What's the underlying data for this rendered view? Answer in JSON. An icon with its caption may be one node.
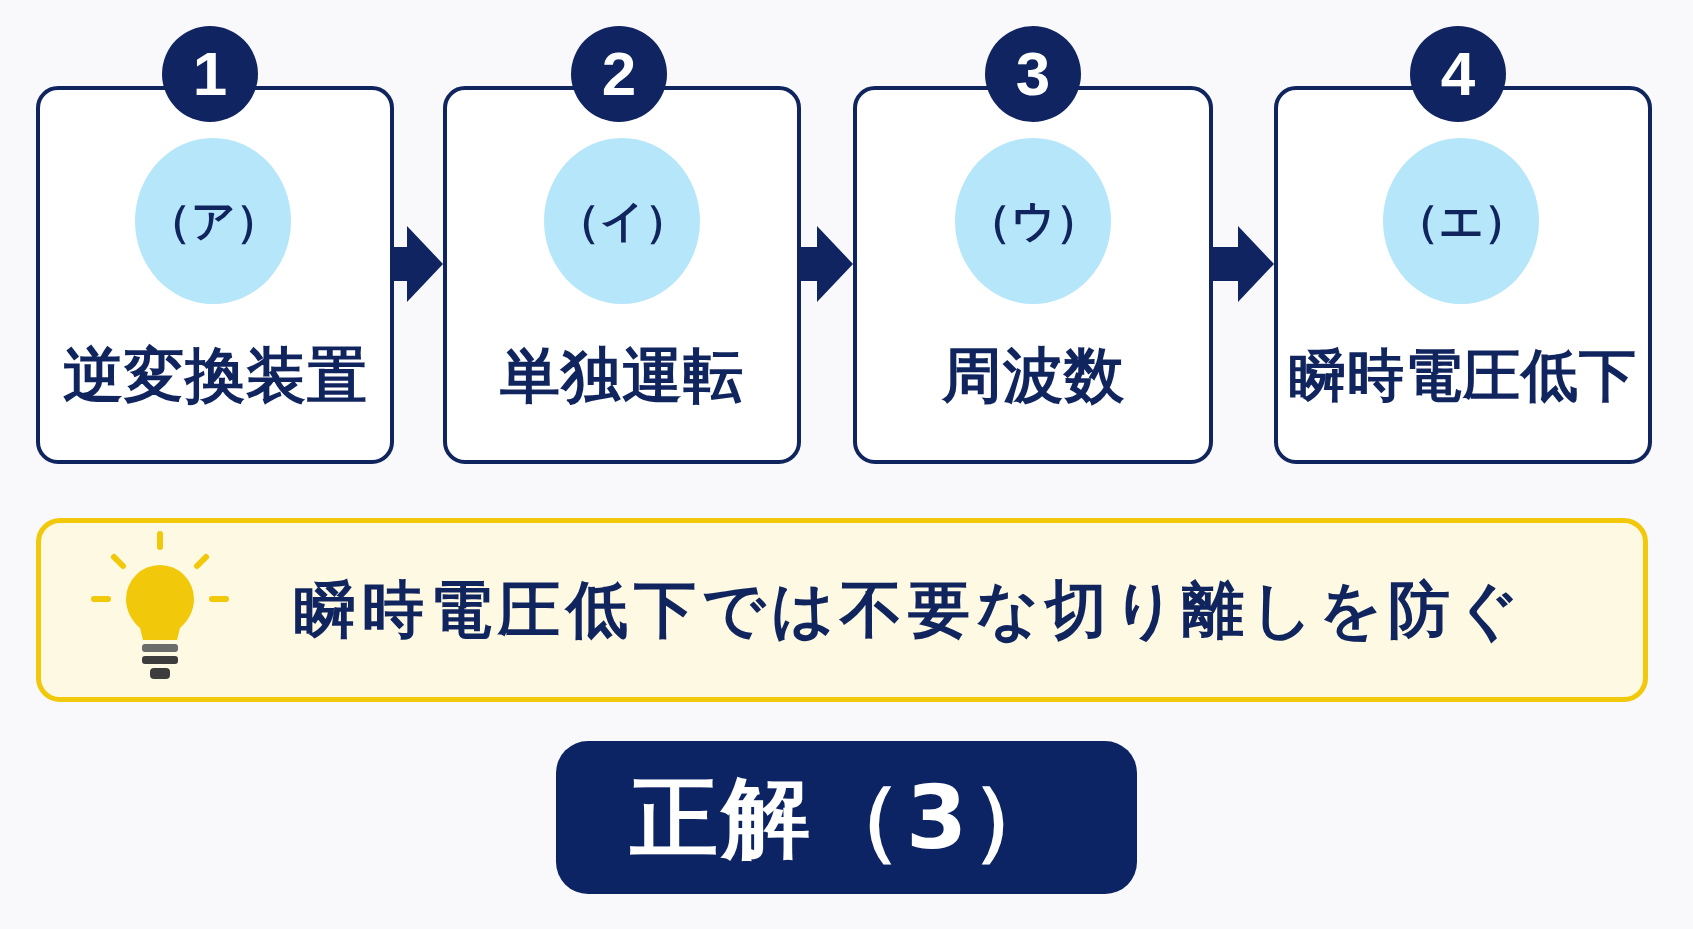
{
  "diagram": {
    "nodes": [
      {
        "text": [
          "1"
        ]
      },
      {
        "text": [
          "逆変換装置"
        ]
      },
      {
        "text": [
          "（ア）"
        ],
        "in": 1
      },
      {
        "text": [
          "2"
        ]
      },
      {
        "text": [
          "単独運転"
        ]
      },
      {
        "text": [
          "（イ）"
        ],
        "in": 4
      },
      {
        "text": [
          "3"
        ]
      },
      {
        "text": [
          "周波数"
        ]
      },
      {
        "text": [
          "（ウ）"
        ],
        "in": 7
      },
      {
        "text": [
          "4"
        ]
      },
      {
        "text": [
          "瞬時電圧低下"
        ]
      },
      {
        "text": [
          "（エ）"
        ],
        "in": 10
      },
      {
        "text": [
          "瞬時電圧低下では不要な切り離しを防ぐ"
        ]
      },
      {
        "text": [
          "正解（3）"
        ]
      }
    ],
    "edges": [
      {
        "from": 1,
        "to": 4,
        "arrow": "to"
      },
      {
        "from": 4,
        "to": 7,
        "arrow": "to"
      },
      {
        "from": 7,
        "to": 10,
        "arrow": "to"
      }
    ]
  }
}
